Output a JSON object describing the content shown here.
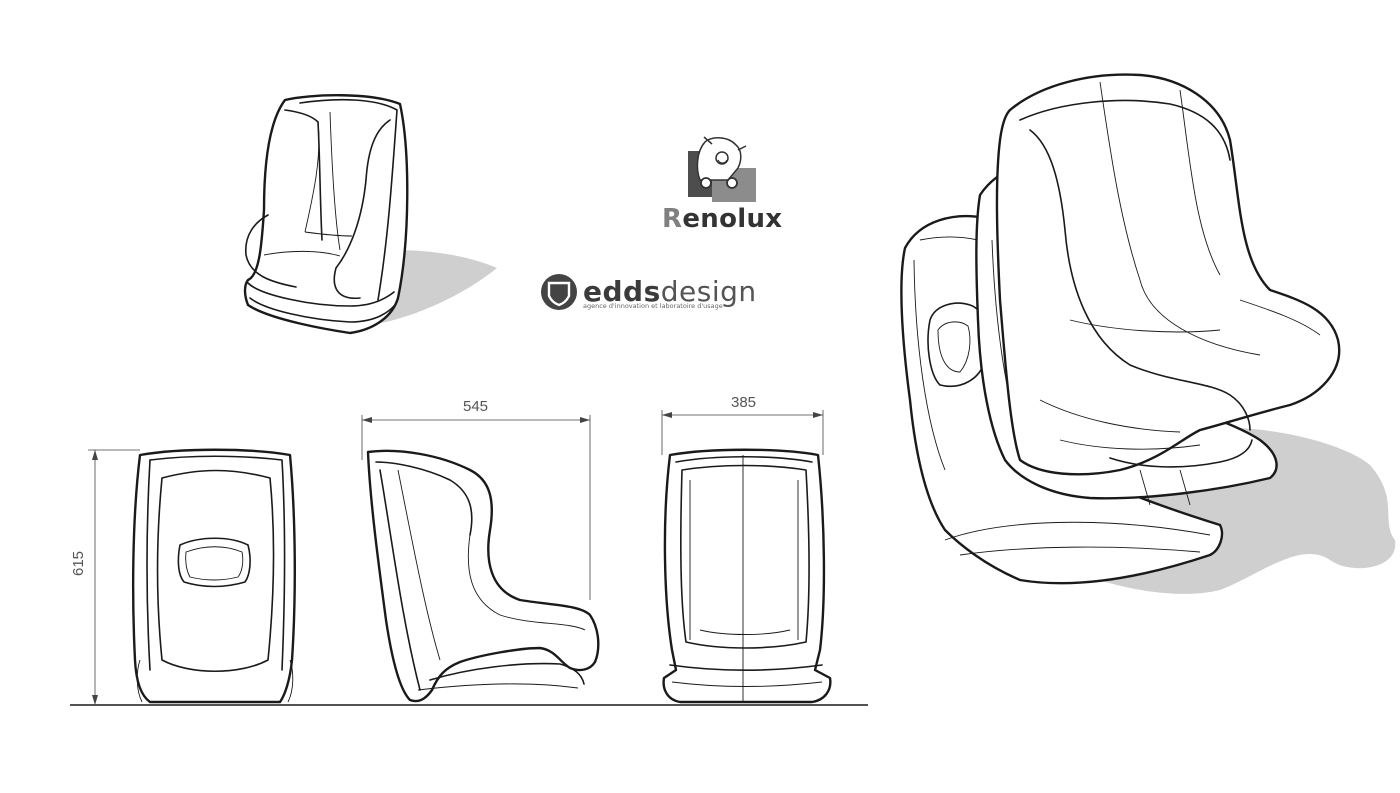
{
  "brand": {
    "renolux": {
      "initial": "R",
      "rest": "enolux"
    },
    "eddsdesign": {
      "bold": "edds",
      "light": "design",
      "tagline": "agence d'innovation et laboratoire d'usage"
    }
  },
  "dimensions": {
    "width_side": "545",
    "width_back": "385",
    "height": "615"
  },
  "colors": {
    "line": "#1a1a1a",
    "shadow": "#cfcfcf",
    "renolux_gray": "#808080",
    "renolux_dark": "#4d4d4d"
  }
}
